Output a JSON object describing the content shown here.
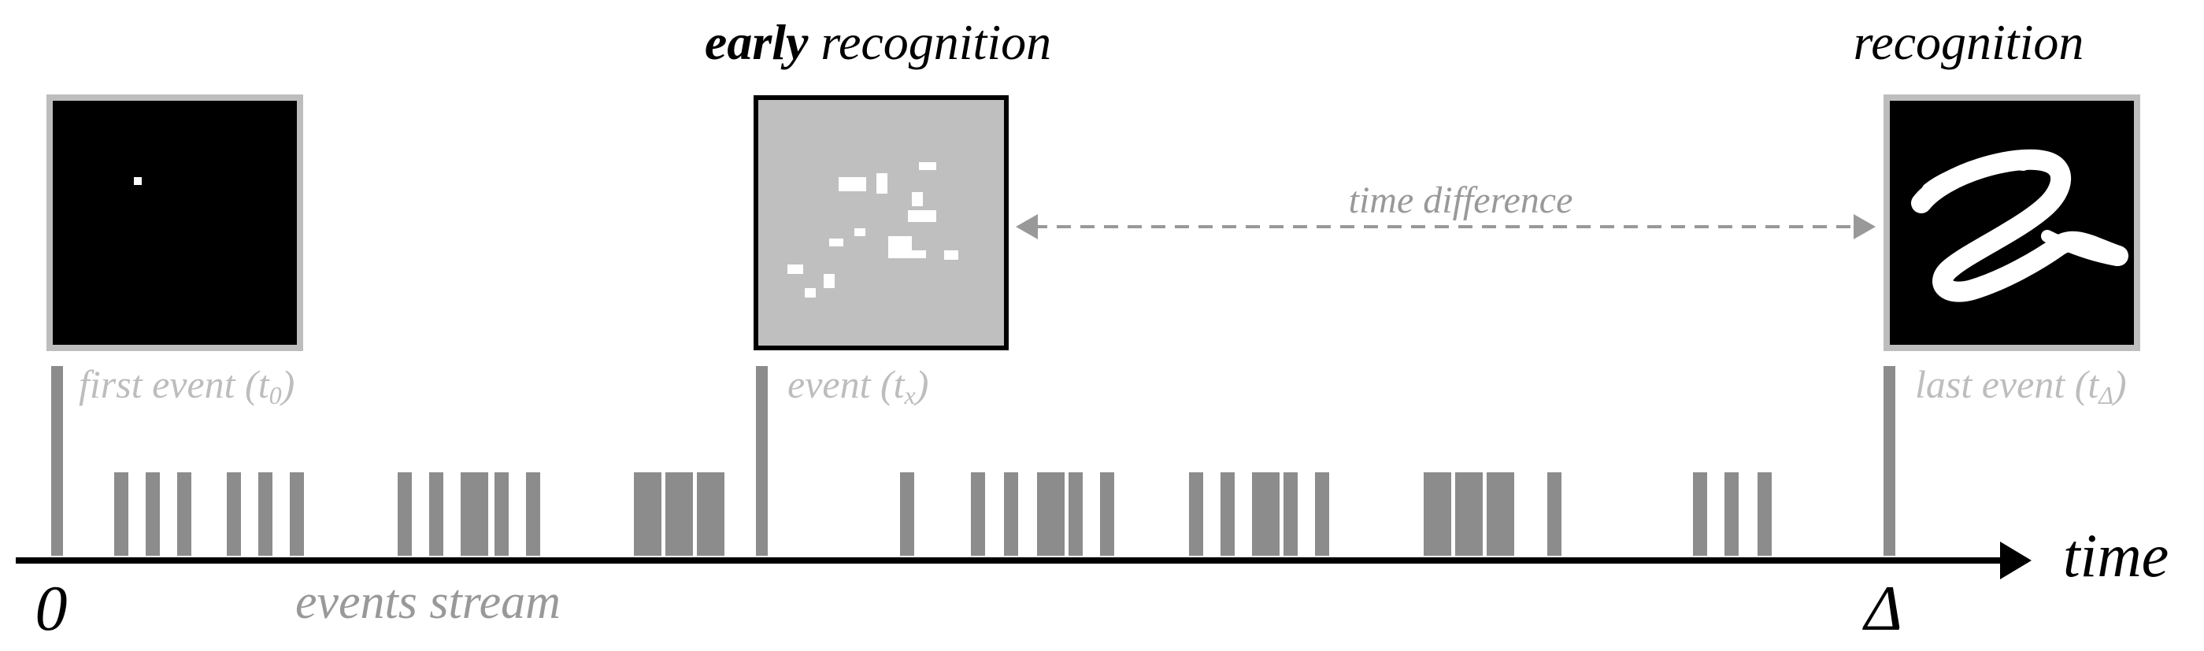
{
  "diagram": {
    "heading_early_bold": "early",
    "heading_early_rest": " recognition",
    "heading_recognition": "recognition",
    "label_time_difference": "time difference",
    "label_first_event": "first event (t",
    "label_first_event_sub": "0",
    "label_event": "event (t",
    "label_event_sub": "x",
    "label_last_event": "last event (t",
    "label_last_event_sub": "Δ",
    "label_close_paren": ")",
    "axis_start": "0",
    "axis_end": "Δ",
    "axis_label": "time",
    "stream_label": "events stream"
  },
  "colors": {
    "event_bar": "#8c8c8c",
    "label_gray": "#bdbdbd",
    "dashed_gray": "#999999",
    "frame_gray": "#bdbdbd",
    "panel_black": "#000000",
    "panel_gray": "#bfbfbf",
    "axis": "#000000"
  },
  "icons": {
    "digit_image": "handwritten-digit-2"
  }
}
